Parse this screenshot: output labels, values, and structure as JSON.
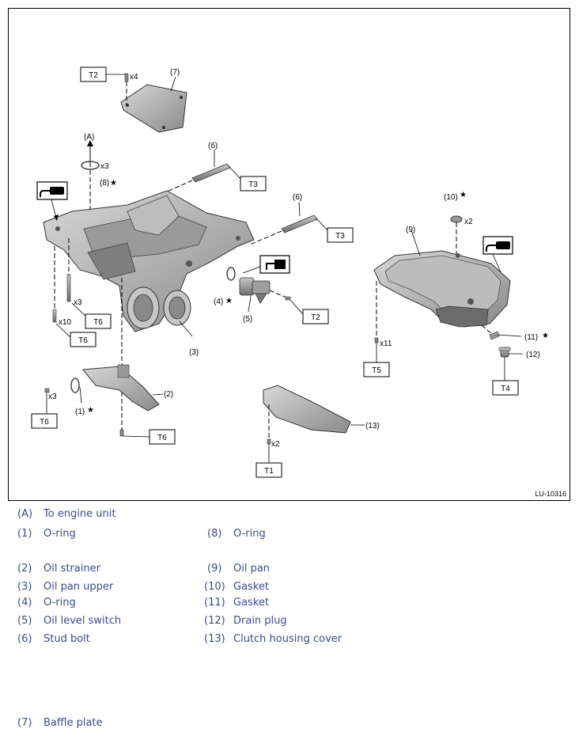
{
  "figure": {
    "id": "LU-10316",
    "torque_labels": {
      "T1": "T1",
      "T2": "T2",
      "T3": "T3",
      "T4": "T4",
      "T5": "T5",
      "T6": "T6"
    },
    "callouts": {
      "A": "(A)",
      "c1": "(1)",
      "c2": "(2)",
      "c3": "(3)",
      "c4": "(4)",
      "c5": "(5)",
      "c6": "(6)",
      "c7": "(7)",
      "c8": "(8)",
      "c9": "(9)",
      "c10": "(10)",
      "c11": "(11)",
      "c12": "(12)",
      "c13": "(13)"
    },
    "quantities": {
      "x2": "x2",
      "x3": "x3",
      "x4": "x4",
      "x10": "x10",
      "x11": "x11"
    },
    "star": "★"
  },
  "legend": {
    "A": {
      "key": "(A)",
      "text": "To engine unit"
    },
    "1": {
      "key": "(1)",
      "text": "O-ring"
    },
    "2": {
      "key": "(2)",
      "text": "Oil strainer"
    },
    "3": {
      "key": "(3)",
      "text": "Oil pan upper"
    },
    "4": {
      "key": "(4)",
      "text": "O-ring"
    },
    "5": {
      "key": "(5)",
      "text": "Oil level switch"
    },
    "6": {
      "key": "(6)",
      "text": "Stud bolt"
    },
    "7": {
      "key": "(7)",
      "text": "Baffle plate"
    },
    "8": {
      "key": "(8)",
      "text": "O-ring"
    },
    "9": {
      "key": "(9)",
      "text": "Oil pan"
    },
    "10": {
      "key": "(10)",
      "text": "Gasket"
    },
    "11": {
      "key": "(11)",
      "text": "Gasket"
    },
    "12": {
      "key": "(12)",
      "text": "Drain plug"
    },
    "13": {
      "key": "(13)",
      "text": "Clutch housing cover"
    }
  },
  "colors": {
    "legend_text": "#3a4a8a",
    "part_fill": "#a8a8a8",
    "part_dark": "#707070"
  }
}
